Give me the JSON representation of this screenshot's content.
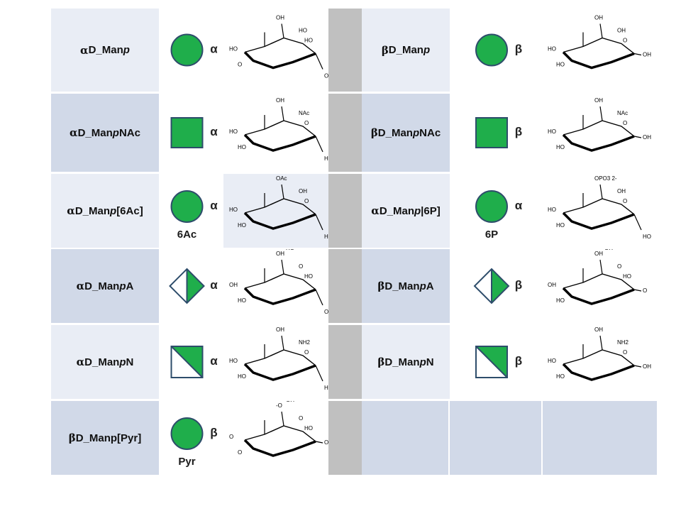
{
  "colors": {
    "green": "#1fae4b",
    "outline": "#2e4d6b",
    "light_cell": "#e9edf5",
    "dark_cell": "#d1d9e8",
    "separator": "#c0c0c0"
  },
  "left": [
    {
      "greek": "α",
      "name": "D_Man",
      "italic": "p",
      "suffix": "",
      "shape": "circle",
      "anomer": "α",
      "sub": "",
      "labels": [
        "OH",
        "HO",
        "HO",
        "O",
        "HO",
        "OH"
      ]
    },
    {
      "greek": "α",
      "name": "D_Man",
      "italic": "p",
      "suffix": "NAc",
      "shape": "square",
      "anomer": "α",
      "sub": "",
      "labels": [
        "OH",
        "NAc",
        "HO",
        "HO",
        "O",
        "HO"
      ]
    },
    {
      "greek": "α",
      "name": "D_Man",
      "italic": "p",
      "suffix": "[6Ac]",
      "shape": "circle",
      "anomer": "α",
      "sub": "6Ac",
      "labels": [
        "OAc",
        "OH",
        "HO",
        "HO",
        "O",
        "HO"
      ]
    },
    {
      "greek": "α",
      "name": "D_Man",
      "italic": "p",
      "suffix": "A",
      "shape": "diamond",
      "anomer": "α",
      "sub": "",
      "labels": [
        "OH",
        "O",
        "OH",
        "HO",
        "HO",
        "O",
        "HO"
      ]
    },
    {
      "greek": "α",
      "name": "D_Man",
      "italic": "p",
      "suffix": "N",
      "shape": "split-square",
      "anomer": "α",
      "sub": "",
      "labels": [
        "OH",
        "NH2",
        "HO",
        "HO",
        "O",
        "HO"
      ]
    },
    {
      "greek": "β",
      "name": "D_Manp[Pyr]",
      "italic": "",
      "suffix": "",
      "shape": "circle",
      "anomer": "β",
      "sub": "Pyr",
      "labels": [
        "-O",
        "O",
        "O",
        "O",
        "HO",
        "O",
        "OH"
      ]
    }
  ],
  "right": [
    {
      "greek": "β",
      "name": "D_Man",
      "italic": "p",
      "suffix": "",
      "shape": "circle",
      "anomer": "β",
      "sub": "",
      "labels": [
        "OH",
        "OH",
        "HO",
        "HO",
        "O",
        "OH"
      ]
    },
    {
      "greek": "β",
      "name": "D_Man",
      "italic": "p",
      "suffix": "NAc",
      "shape": "square",
      "anomer": "β",
      "sub": "",
      "labels": [
        "OH",
        "NAc",
        "HO",
        "HO",
        "O",
        "OH"
      ]
    },
    {
      "greek": "α",
      "name": "D_Man",
      "italic": "p",
      "suffix": "|6P]",
      "shape": "circle",
      "anomer": "α",
      "sub": "6P",
      "labels": [
        "OPO3 2-",
        "OH",
        "HO",
        "HO",
        "O",
        "HO"
      ]
    },
    {
      "greek": "β",
      "name": "D_Man",
      "italic": "p",
      "suffix": "A",
      "shape": "diamond",
      "anomer": "β",
      "sub": "",
      "labels": [
        "OH",
        "O",
        "OH",
        "HO",
        "HO",
        "O",
        "OH"
      ]
    },
    {
      "greek": "β",
      "name": "D_Man",
      "italic": "p",
      "suffix": "N",
      "shape": "split-square",
      "anomer": "β",
      "sub": "",
      "labels": [
        "OH",
        "NH2",
        "HO",
        "HO",
        "O",
        "OH"
      ]
    }
  ]
}
